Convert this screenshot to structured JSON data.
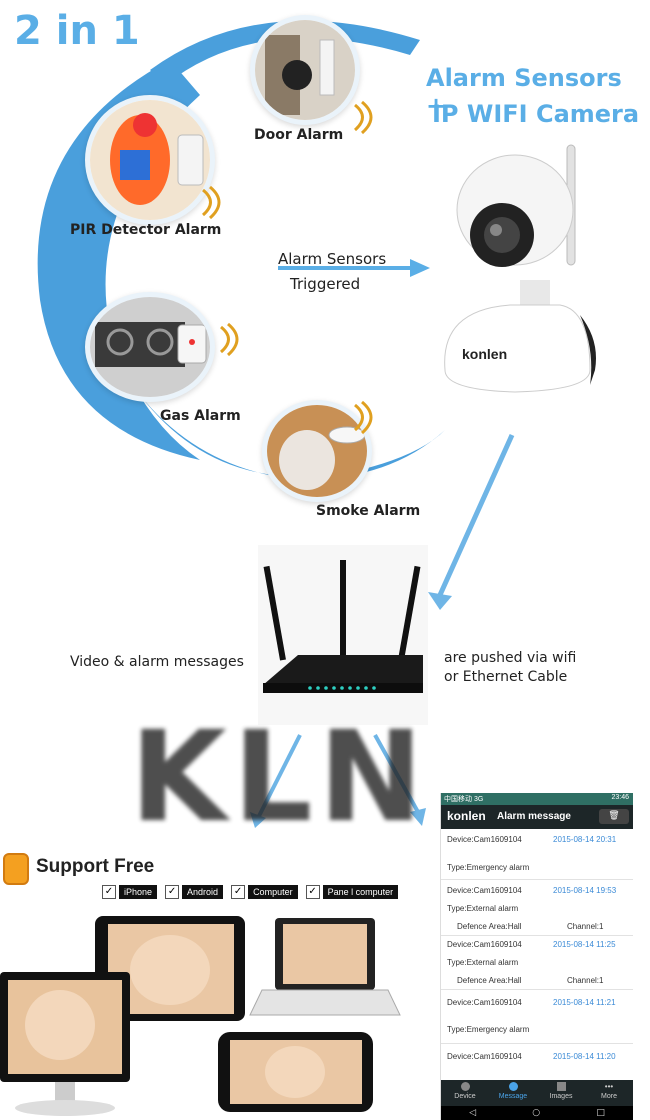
{
  "headline": {
    "badge": "2 in 1",
    "title_line1": "Alarm Sensors +",
    "title_line2": "IP WIFI Camera"
  },
  "sensors": {
    "door": "Door Alarm",
    "pir": "PIR Detector Alarm",
    "gas": "Gas Alarm",
    "smoke": "Smoke Alarm"
  },
  "trigger": {
    "line1": "Alarm Sensors",
    "line2": "Triggered"
  },
  "camera": {
    "brand": "konlen"
  },
  "router": {
    "left": "Video & alarm messages",
    "right_line1": "are pushed via wifi",
    "right_line2": "or Ethernet Cable"
  },
  "watermark": "KLN",
  "support": {
    "title": "Support Free",
    "options": [
      "iPhone",
      "Android",
      "Computer",
      "Pane l computer"
    ]
  },
  "phone": {
    "status_left": "中国移动 3G",
    "time": "23:46",
    "app_name": "konlen",
    "screen_title": "Alarm message",
    "messages": [
      {
        "device": "Device:Cam1609104",
        "date": "2015-08-14 20:31",
        "type": "Type:Emergency alarm"
      },
      {
        "device": "Device:Cam1609104",
        "date": "2015-08-14 19:53",
        "type": "Type:External alarm",
        "area": "Defence Area:Hall",
        "channel": "Channel:1"
      },
      {
        "device": "Device:Cam1609104",
        "date": "2015-08-14 11:25",
        "type": "Type:External alarm",
        "area": "Defence Area:Hall",
        "channel": "Channel:1"
      },
      {
        "device": "Device:Cam1609104",
        "date": "2015-08-14 11:21",
        "type": "Type:Emergency alarm"
      },
      {
        "device": "Device:Cam1609104",
        "date": "2015-08-14 11:20"
      }
    ],
    "tabs": [
      "Device",
      "Message",
      "Images",
      "More"
    ]
  },
  "colors": {
    "accent_blue": "#5aaee6",
    "arc_blue": "#4a9fdc",
    "phone_header": "#2f6f64",
    "router_leds": "#2ecfc2"
  }
}
